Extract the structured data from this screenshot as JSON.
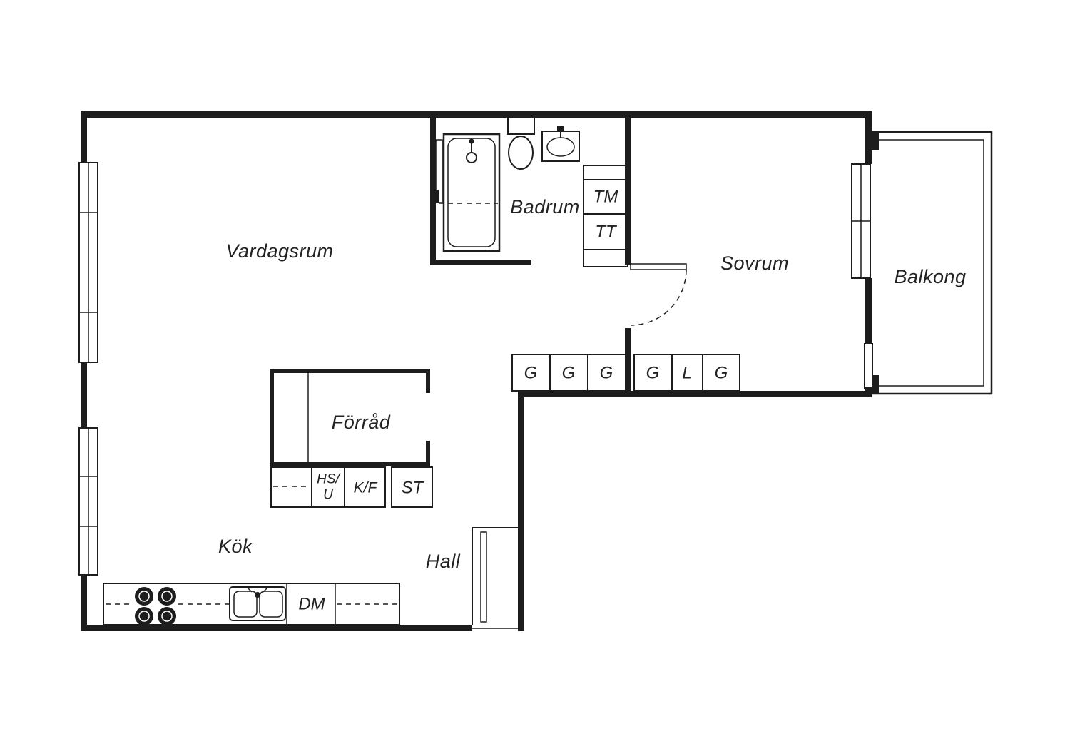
{
  "plan": {
    "colors": {
      "line": "#1d1d1d",
      "background": "#ffffff",
      "text": "#222222"
    },
    "rooms": {
      "living_room": "Vardagsrum",
      "bathroom": "Badrum",
      "bedroom": "Sovrum",
      "balcony": "Balkong",
      "storage": "Förråd",
      "kitchen": "Kök",
      "hall": "Hall"
    },
    "appliances": {
      "washing_machine": "TM",
      "tumble_dryer": "TT",
      "dishwasher": "DM",
      "fridge_freezer": "K/F",
      "tall_cabinet_line1": "HS/",
      "tall_cabinet_line2": "U",
      "cleaning_cabinet": "ST"
    },
    "wardrobes": {
      "labels": [
        "G",
        "G",
        "G",
        "G",
        "L",
        "G"
      ]
    }
  }
}
